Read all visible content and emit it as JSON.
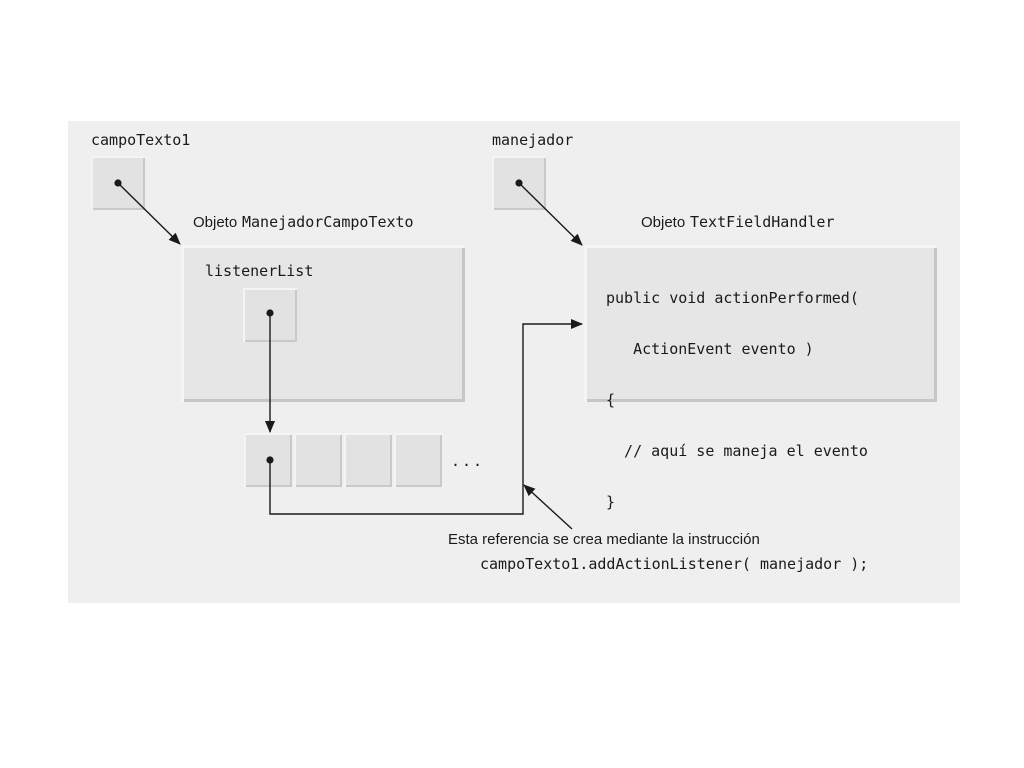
{
  "ref1": {
    "name": "campoTexto1"
  },
  "ref2": {
    "name": "manejador"
  },
  "object1": {
    "prefix": "Objeto",
    "type": "ManejadorCampoTexto",
    "field": "listenerList"
  },
  "object2": {
    "prefix": "Objeto",
    "type": "TextFieldHandler",
    "code": [
      "public void actionPerformed(",
      "   ActionEvent evento )",
      "{",
      "  // aquí se maneja el evento",
      "}"
    ]
  },
  "ellipsis": "...",
  "annotation": {
    "line1": "Esta referencia se crea mediante la instrucción",
    "line2": "campoTexto1.addActionListener( manejador );"
  }
}
